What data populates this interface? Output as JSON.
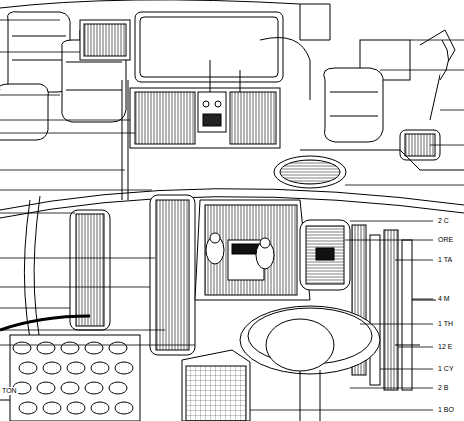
{
  "diagram": {
    "labels": [
      "2 C",
      "ORE",
      "1 TA",
      "4 M",
      "1 TH",
      "12 E",
      "1 CY",
      "2 B",
      "1 BO",
      "TON"
    ]
  }
}
